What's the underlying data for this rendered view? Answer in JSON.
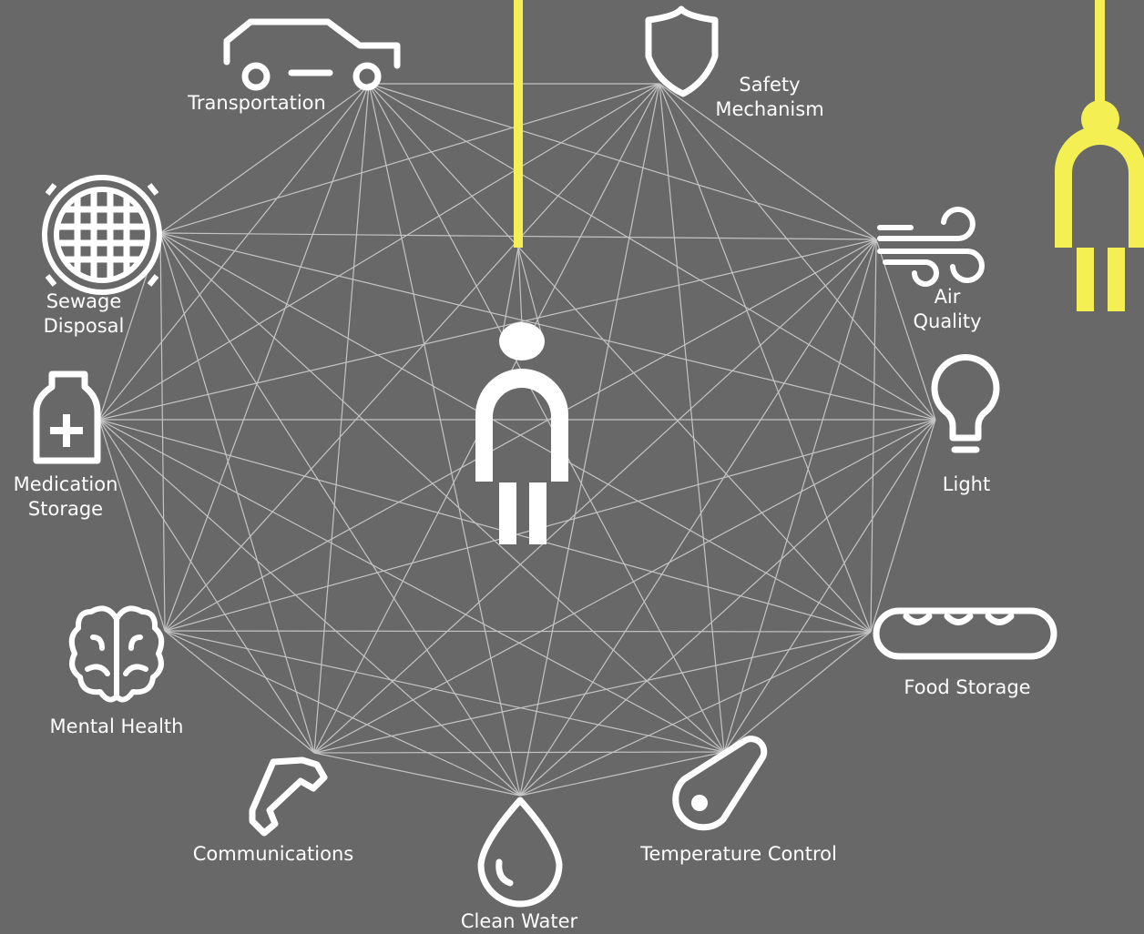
{
  "colors": {
    "background": "#686868",
    "foreground": "#ffffff",
    "connector": "#c4c4c4",
    "accent": "#f4f054"
  },
  "center": {
    "icon": "person-icon"
  },
  "plug": {
    "icon": "power-plug-icon"
  },
  "nodes": [
    {
      "id": "transportation",
      "icon": "car-icon",
      "label_lines": [
        "Transportation"
      ]
    },
    {
      "id": "safety-mechanism",
      "icon": "shield-icon",
      "label_lines": [
        "Safety",
        "Mechanism"
      ]
    },
    {
      "id": "air-quality",
      "icon": "wind-icon",
      "label_lines": [
        "Air",
        "Quality"
      ]
    },
    {
      "id": "light",
      "icon": "light-bulb-icon",
      "label_lines": [
        "Light"
      ]
    },
    {
      "id": "food-storage",
      "icon": "bread-icon",
      "label_lines": [
        "Food Storage"
      ]
    },
    {
      "id": "temperature-control",
      "icon": "thermometer-icon",
      "label_lines": [
        "Temperature Control"
      ]
    },
    {
      "id": "clean-water",
      "icon": "water-drop-icon",
      "label_lines": [
        "Clean Water"
      ]
    },
    {
      "id": "communications",
      "icon": "phone-icon",
      "label_lines": [
        "Communications"
      ]
    },
    {
      "id": "mental-health",
      "icon": "brain-icon",
      "label_lines": [
        "Mental Health"
      ]
    },
    {
      "id": "medication-storage",
      "icon": "medicine-bottle-icon",
      "label_lines": [
        "Medication",
        "Storage"
      ]
    },
    {
      "id": "sewage-disposal",
      "icon": "manhole-cover-icon",
      "label_lines": [
        "Sewage",
        "Disposal"
      ]
    }
  ]
}
